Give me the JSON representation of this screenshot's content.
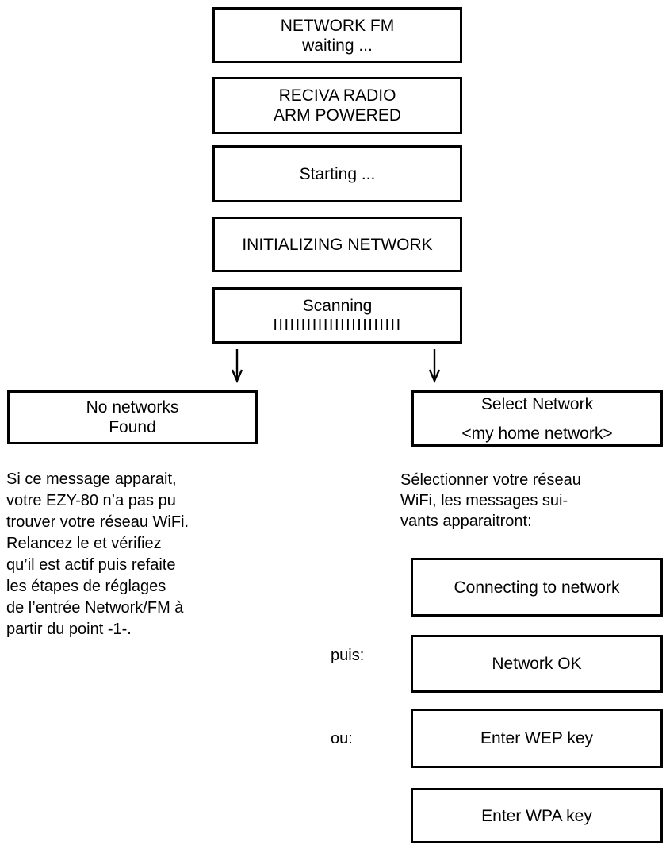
{
  "colors": {
    "ink": "#000000",
    "paper": "#ffffff"
  },
  "flow": {
    "top_boxes": [
      {
        "lines": [
          "NETWORK FM",
          "waiting ..."
        ]
      },
      {
        "lines": [
          "RECIVA RADIO",
          "ARM POWERED"
        ]
      },
      {
        "lines": [
          "Starting ..."
        ]
      },
      {
        "lines": [
          "INITIALIZING NETWORK"
        ]
      },
      {
        "lines": [
          "Scanning",
          "IIIIIIIIIIIIIIIIIIIIIII"
        ]
      }
    ],
    "no_networks": {
      "box_lines": [
        "No networks",
        "Found"
      ],
      "note_lines": [
        "Si ce message apparait,",
        "votre EZY-80 n’a pas pu",
        "trouver votre réseau WiFi.",
        "Relancez le et vérifiez",
        "qu’il est actif puis refaite",
        "les étapes de réglages",
        "de l’entrée Network/FM à",
        "partir du point -1-."
      ]
    },
    "select_network": {
      "box_lines": [
        "Select Network",
        "<my home network>"
      ],
      "note_lines": [
        "Sélectionner votre réseau",
        "WiFi, les messages sui-",
        "vants apparaitront:"
      ],
      "messages": [
        {
          "label": "",
          "text": "Connecting to network"
        },
        {
          "label": "puis:",
          "text": "Network OK"
        },
        {
          "label": "ou:",
          "text": "Enter WEP key"
        },
        {
          "label": "",
          "text": "Enter WPA key"
        }
      ]
    },
    "icons": {
      "down_arrow": "↓"
    }
  }
}
